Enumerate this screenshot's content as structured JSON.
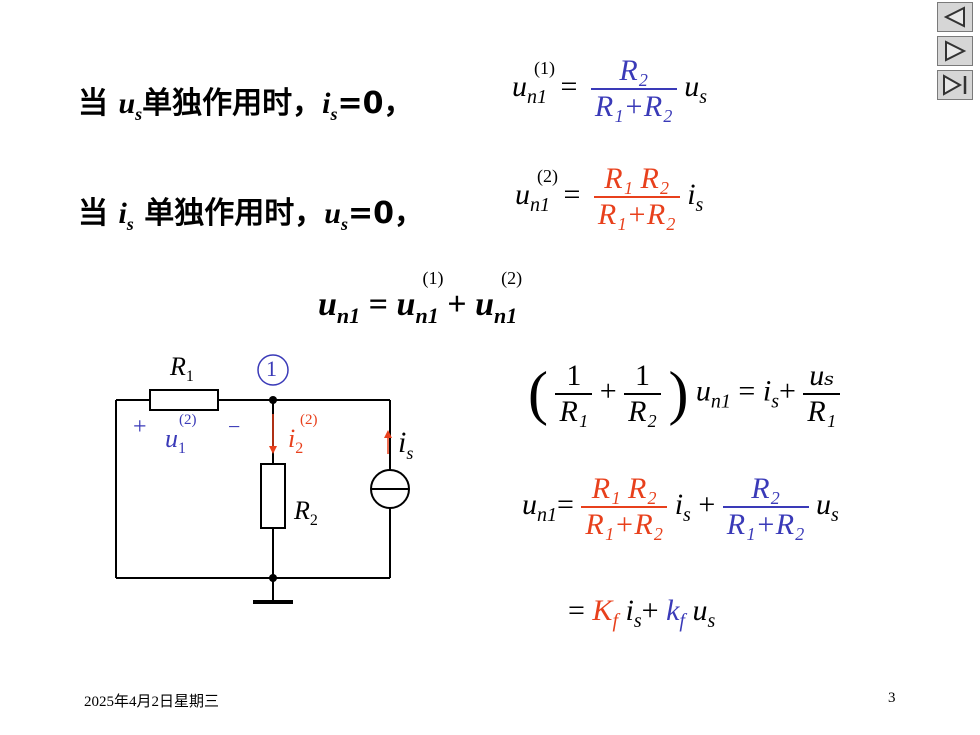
{
  "nav": {
    "prev_icon": "triangle-left-icon",
    "next_icon": "triangle-right-icon",
    "last_icon": "skip-end-icon"
  },
  "line1": {
    "text_a": "当 ",
    "var_u": "u",
    "sub_s": "s",
    "text_b": "单独作用时，",
    "var_i": "i",
    "sub_s2": "s",
    "text_c": "=0，"
  },
  "line2": {
    "text_a": "当 ",
    "var_i": "i",
    "sub_s": "s",
    "text_b": " 单独作用时，",
    "var_u": "u",
    "sub_s2": "s",
    "text_c": "=0，"
  },
  "eq1": {
    "sup": "(1)",
    "lhs_u": "u",
    "lhs_sub": "n1",
    "eq": "=",
    "num": "R₂",
    "den": "R₁+R₂",
    "tail_u": "u",
    "tail_sub": "s"
  },
  "eq2": {
    "sup": "(2)",
    "lhs_u": "u",
    "lhs_sub": "n1",
    "eq": "=",
    "num": "R₁ R₂",
    "den": "R₁+R₂",
    "tail_i": "i",
    "tail_sub": "s"
  },
  "eq3": {
    "lhs": "u",
    "lhs_sub": "n1",
    "eq": "=",
    "t1": "u",
    "t1_sub": "n1",
    "t1_sup": "(1)",
    "plus": "+",
    "t2": "u",
    "t2_sub": "n1",
    "t2_sup": "(2)"
  },
  "circuit": {
    "r1_label": "R",
    "r1_sub": "1",
    "node_label": "1",
    "plus": "+",
    "minus": "−",
    "u1_label": "u",
    "u1_sub": "1",
    "u1_sup": "(2)",
    "i2_label": "i",
    "i2_sub": "2",
    "i2_sup": "(2)",
    "is_label": "i",
    "is_sub": "s",
    "r2_label": "R",
    "r2_sub": "2",
    "colors": {
      "wire": "#000000",
      "blue": "#3a3ab8",
      "red": "#e8401c"
    }
  },
  "eq4": {
    "f1_num": "1",
    "f1_den": "R₁",
    "plus": "+",
    "f2_num": "1",
    "f2_den": "R₂",
    "u": "u",
    "u_sub": "n1",
    "eq": "=",
    "i": "i",
    "i_sub": "s",
    "plus2": "+",
    "f3_num": "uₛ",
    "f3_den": "R₁"
  },
  "eq5": {
    "lhs": "u",
    "lhs_sub": "n1",
    "eq": "=",
    "f1_num": "R₁ R₂",
    "f1_den": "R₁+R₂",
    "i": "i",
    "i_sub": "s",
    "plus": "+",
    "f2_num": "R₂",
    "f2_den": "R₁+R₂",
    "u": "u",
    "u_sub": "s"
  },
  "eq6": {
    "eq": "=",
    "K": "K",
    "K_sub": "f",
    "i": "i",
    "i_sub": "s",
    "plus": "+",
    "k": "k",
    "k_sub": "f",
    "u": "u",
    "u_sub": "s"
  },
  "footer": {
    "date": "2025年4月2日星期三",
    "page": "3"
  }
}
